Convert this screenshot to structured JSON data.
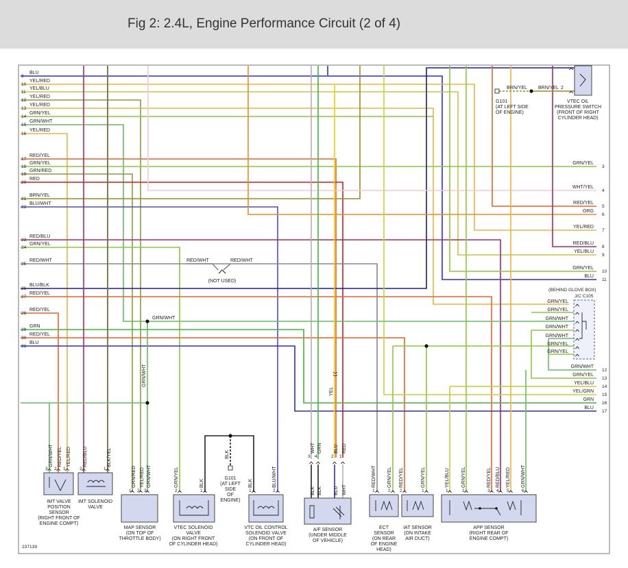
{
  "header": {
    "title": "Fig 2: 2.4L, Engine Performance Circuit (2 of 4)"
  },
  "colors": {
    "BLU": "#2b2bd4",
    "YEL": "#f0d000",
    "RED": "#e01818",
    "GRN": "#3cb83c",
    "GRNYEL": "#8cc83c",
    "ORG": "#f08c1e",
    "BRNYEL": "#9c8c1e",
    "GRNWHT": "#64be64",
    "GRNRED": "#8c9a3c",
    "BLUWHT": "#4a4ad0",
    "BLUBLK": "#1c1c8c",
    "REDBLU": "#b4285a",
    "REDYEL": "#ec6428",
    "YELBLU": "#c8c83c",
    "YELRED": "#f5b040",
    "WHTYEL": "#f5c8d2",
    "WHT": "#b0b0b0",
    "BLK": "#222222",
    "YELGRN": "#c8d23c",
    "BRN": "#8c6428"
  },
  "left_wires": [
    {
      "num": "9",
      "label": "BLU"
    },
    {
      "num": "10",
      "label": "YEL/RED"
    },
    {
      "num": "11",
      "label": "YEL/BLU"
    },
    {
      "num": "12",
      "label": "YEL/RED"
    },
    {
      "num": "13",
      "label": "YEL/RED"
    },
    {
      "num": "14",
      "label": "GRN/YEL"
    },
    {
      "num": "15",
      "label": "GRN/WHT"
    },
    {
      "num": "16",
      "label": "YEL/RED"
    },
    {
      "num": "17",
      "label": "RED/YEL"
    },
    {
      "num": "18",
      "label": "GRN/YEL"
    },
    {
      "num": "19",
      "label": "GRN/RED"
    },
    {
      "num": "20",
      "label": "RED"
    },
    {
      "num": "21",
      "label": "BRN/YEL"
    },
    {
      "num": "22",
      "label": "BLU/WHT"
    },
    {
      "num": "23",
      "label": "RED/BLU"
    },
    {
      "num": "24",
      "label": "GRN/YEL"
    },
    {
      "num": "25",
      "label": "RED/WHT"
    },
    {
      "num": "26",
      "label": "BLU/BLK"
    },
    {
      "num": "27",
      "label": "RED/YEL"
    },
    {
      "num": "28",
      "label": "RED/YEL"
    },
    {
      "num": "29",
      "label": "GRN"
    },
    {
      "num": "30",
      "label": "RED/YEL"
    },
    {
      "num": "31",
      "label": "BLU"
    }
  ],
  "right_wires": [
    {
      "num": "3",
      "label": "GRN/YEL"
    },
    {
      "num": "4",
      "label": "WHT/YEL"
    },
    {
      "num": "5",
      "label": "RED/YEL"
    },
    {
      "num": "6",
      "label": "ORG"
    },
    {
      "num": "7",
      "label": "YEL/RED"
    },
    {
      "num": "8",
      "label": "RED/BLU"
    },
    {
      "num": "9",
      "label": "YEL/BLU"
    },
    {
      "num": "10",
      "label": "GRN/YEL"
    },
    {
      "num": "11",
      "label": "BLU"
    },
    {
      "num": "12",
      "label": "GRN/WHT"
    },
    {
      "num": "13",
      "label": "GRN/YEL"
    },
    {
      "num": "14",
      "label": "YEL/BLU"
    },
    {
      "num": "15",
      "label": "YEL/GRN"
    },
    {
      "num": "16",
      "label": "GRN"
    },
    {
      "num": "17",
      "label": "BLU"
    }
  ],
  "jc_wires": [
    "GRN/YEL",
    "GRN/YEL",
    "GRN/WHT",
    "GRN/WHT",
    "GRN/WHT",
    "GRN/YEL",
    "GRN/YEL"
  ],
  "jc": {
    "line1": "(BEHIND GLOVE BOX)",
    "line2": "J/C C105"
  },
  "top_right": {
    "ground_wire": "BRN/YEL",
    "switch_wire": "BRN/YEL",
    "switch_pin": "2",
    "g101": [
      "G101",
      "(AT LEFT SIDE",
      "OF ENGINE)"
    ],
    "switch": [
      "VTEC OIL",
      "PRESSURE SWITCH",
      "(FRONT OF RIGHT",
      "CYLINDER HEAD)"
    ]
  },
  "not_used": {
    "left": "RED/WHT",
    "right": "RED/WHT",
    "label": "(NOT USED)"
  },
  "splice_label": "GRN/WHT",
  "vertical_labels": {
    "map_feed": "GRN/WHT",
    "af_yel": "YEL"
  },
  "components": {
    "imt_pos": {
      "pins": [
        "3",
        "2",
        "1"
      ],
      "wires": [
        "GRN/WHT",
        "RED/YEL",
        "YEL/RED"
      ],
      "name": [
        "IMT VALVE",
        "POSITION",
        "SENSOR",
        "(RIGHT FRONT OF",
        "ENGINE COMPT)"
      ]
    },
    "imt_sol": {
      "pins": [
        "2",
        "1"
      ],
      "wires": [
        "RED/BLU",
        "BLK/YEL"
      ],
      "name": [
        "IMT SOLENOID",
        "VALVE"
      ]
    },
    "map": {
      "pins": [
        "1",
        "2",
        "3"
      ],
      "wires": [
        "GRN/RED",
        "YEL/RED",
        "GRN/WHT"
      ],
      "name": [
        "MAP SENSOR",
        "(ON TOP OF",
        "THROTTLE BODY)"
      ]
    },
    "vtec_sol": {
      "pins": [
        "2",
        "1"
      ],
      "wires": [
        "GRN/YEL",
        "BLK"
      ],
      "name": [
        "VTEC SOLENOID",
        "VALVE",
        "(ON RIGHT FRONT",
        "OF CYLINDER HEAD)"
      ]
    },
    "g101b": {
      "wire": "BLK",
      "name": [
        "G101",
        "(AT LEFT",
        "SIDE",
        "OF",
        "ENGINE)"
      ]
    },
    "vtc": {
      "pins": [
        "1",
        "2"
      ],
      "wires": [
        "BLK",
        "BLU/WHT"
      ],
      "name": [
        "VTC OIL CONTROL",
        "SOLENOID VALVE",
        "(ON FRONT OF",
        "CYLINDER HEAD)"
      ]
    },
    "af": {
      "top_pins": [
        "3",
        "4",
        "2",
        "1"
      ],
      "top_wires": [
        "WHT",
        "GRN",
        "BLU",
        "RED"
      ],
      "bottom_wires": [
        "BLK",
        "BLK",
        "BLU",
        "WHT"
      ],
      "name": [
        "A/F SENSOR",
        "(UNDER MIDDLE",
        "OF VEHICLE)"
      ]
    },
    "ect": {
      "pins": [
        "1",
        "2"
      ],
      "wires": [
        "RED/WHT",
        "GRN/YEL"
      ],
      "name": [
        "ECT",
        "SENSOR",
        "(ON REAR",
        "OF ENGINE",
        "HEAD)"
      ]
    },
    "iat": {
      "pins": [
        "2",
        "1"
      ],
      "wires": [
        "RED/YEL",
        "GRN/YEL"
      ],
      "name": [
        "IAT SENSOR",
        "(ON INTAKE",
        "AIR DUCT)"
      ]
    },
    "app": {
      "pins": [
        "1",
        "2",
        "3",
        "4",
        "5",
        "6"
      ],
      "wires": [
        "YEL/BLU",
        "GRN/YEL",
        "RED/YEL",
        "RED/BLU",
        "YEL/RED",
        "GRN/WHT"
      ],
      "name": [
        "APP SENSOR",
        "(RIGHT REAR OF",
        "ENGINE COMPT)"
      ]
    }
  },
  "footer": {
    "figure_id": "237139"
  }
}
